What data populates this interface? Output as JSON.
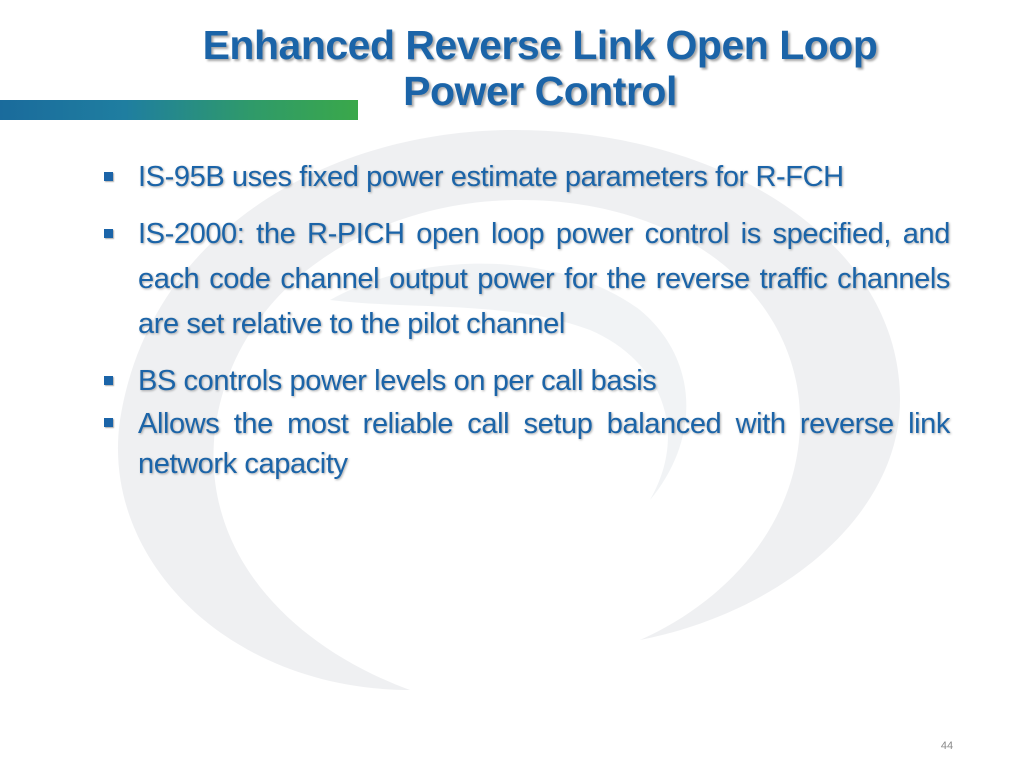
{
  "slide": {
    "title_line1": "Enhanced Reverse Link Open Loop",
    "title_line2": "Power Control",
    "bullets": [
      "IS-95B uses fixed power estimate parameters for R-FCH",
      "IS-2000: the R-PICH open loop power control is specified, and each code channel output power for the reverse traffic channels are set relative to the pilot channel",
      "BS controls power levels on per call basis",
      "Allows the most reliable call setup balanced with reverse link network capacity"
    ],
    "page_number": "44"
  },
  "colors": {
    "title_text": "#1b64a8",
    "body_text": "#1b64a8",
    "accent_bar_start": "#1a6b9c",
    "accent_bar_end": "#3aa84a",
    "watermark": "#e8eaec"
  }
}
